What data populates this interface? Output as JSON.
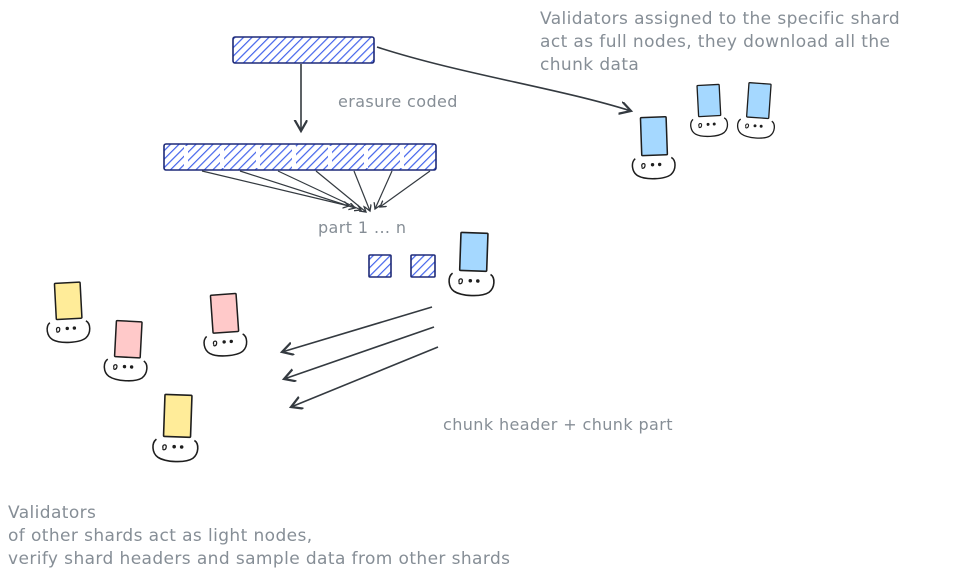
{
  "colors": {
    "hatch_blue": "#4263eb",
    "hatch_border": "#1e2a78",
    "validator_blue": "#a5d8ff",
    "validator_yellow": "#ffec99",
    "validator_pink": "#ffc9c9",
    "text_gray": "#868e96",
    "arrow_dark": "#343a40"
  },
  "labels": {
    "erasure_coded": "erasure coded",
    "part_range": "part 1 ... n",
    "chunk_header": "chunk header + chunk part"
  },
  "annotations": {
    "top_right": "Validators assigned to the specific shard\nact as full nodes, they download all the\nchunk data",
    "bottom_left": "Validators\nof other shards act as light nodes,\nverify shard headers and sample data from other shards"
  },
  "validators": {
    "specific_shard_color": "blue",
    "specific_shard_count": 4,
    "other_shard_colors": [
      "yellow",
      "pink"
    ],
    "other_shard_count": 4
  }
}
